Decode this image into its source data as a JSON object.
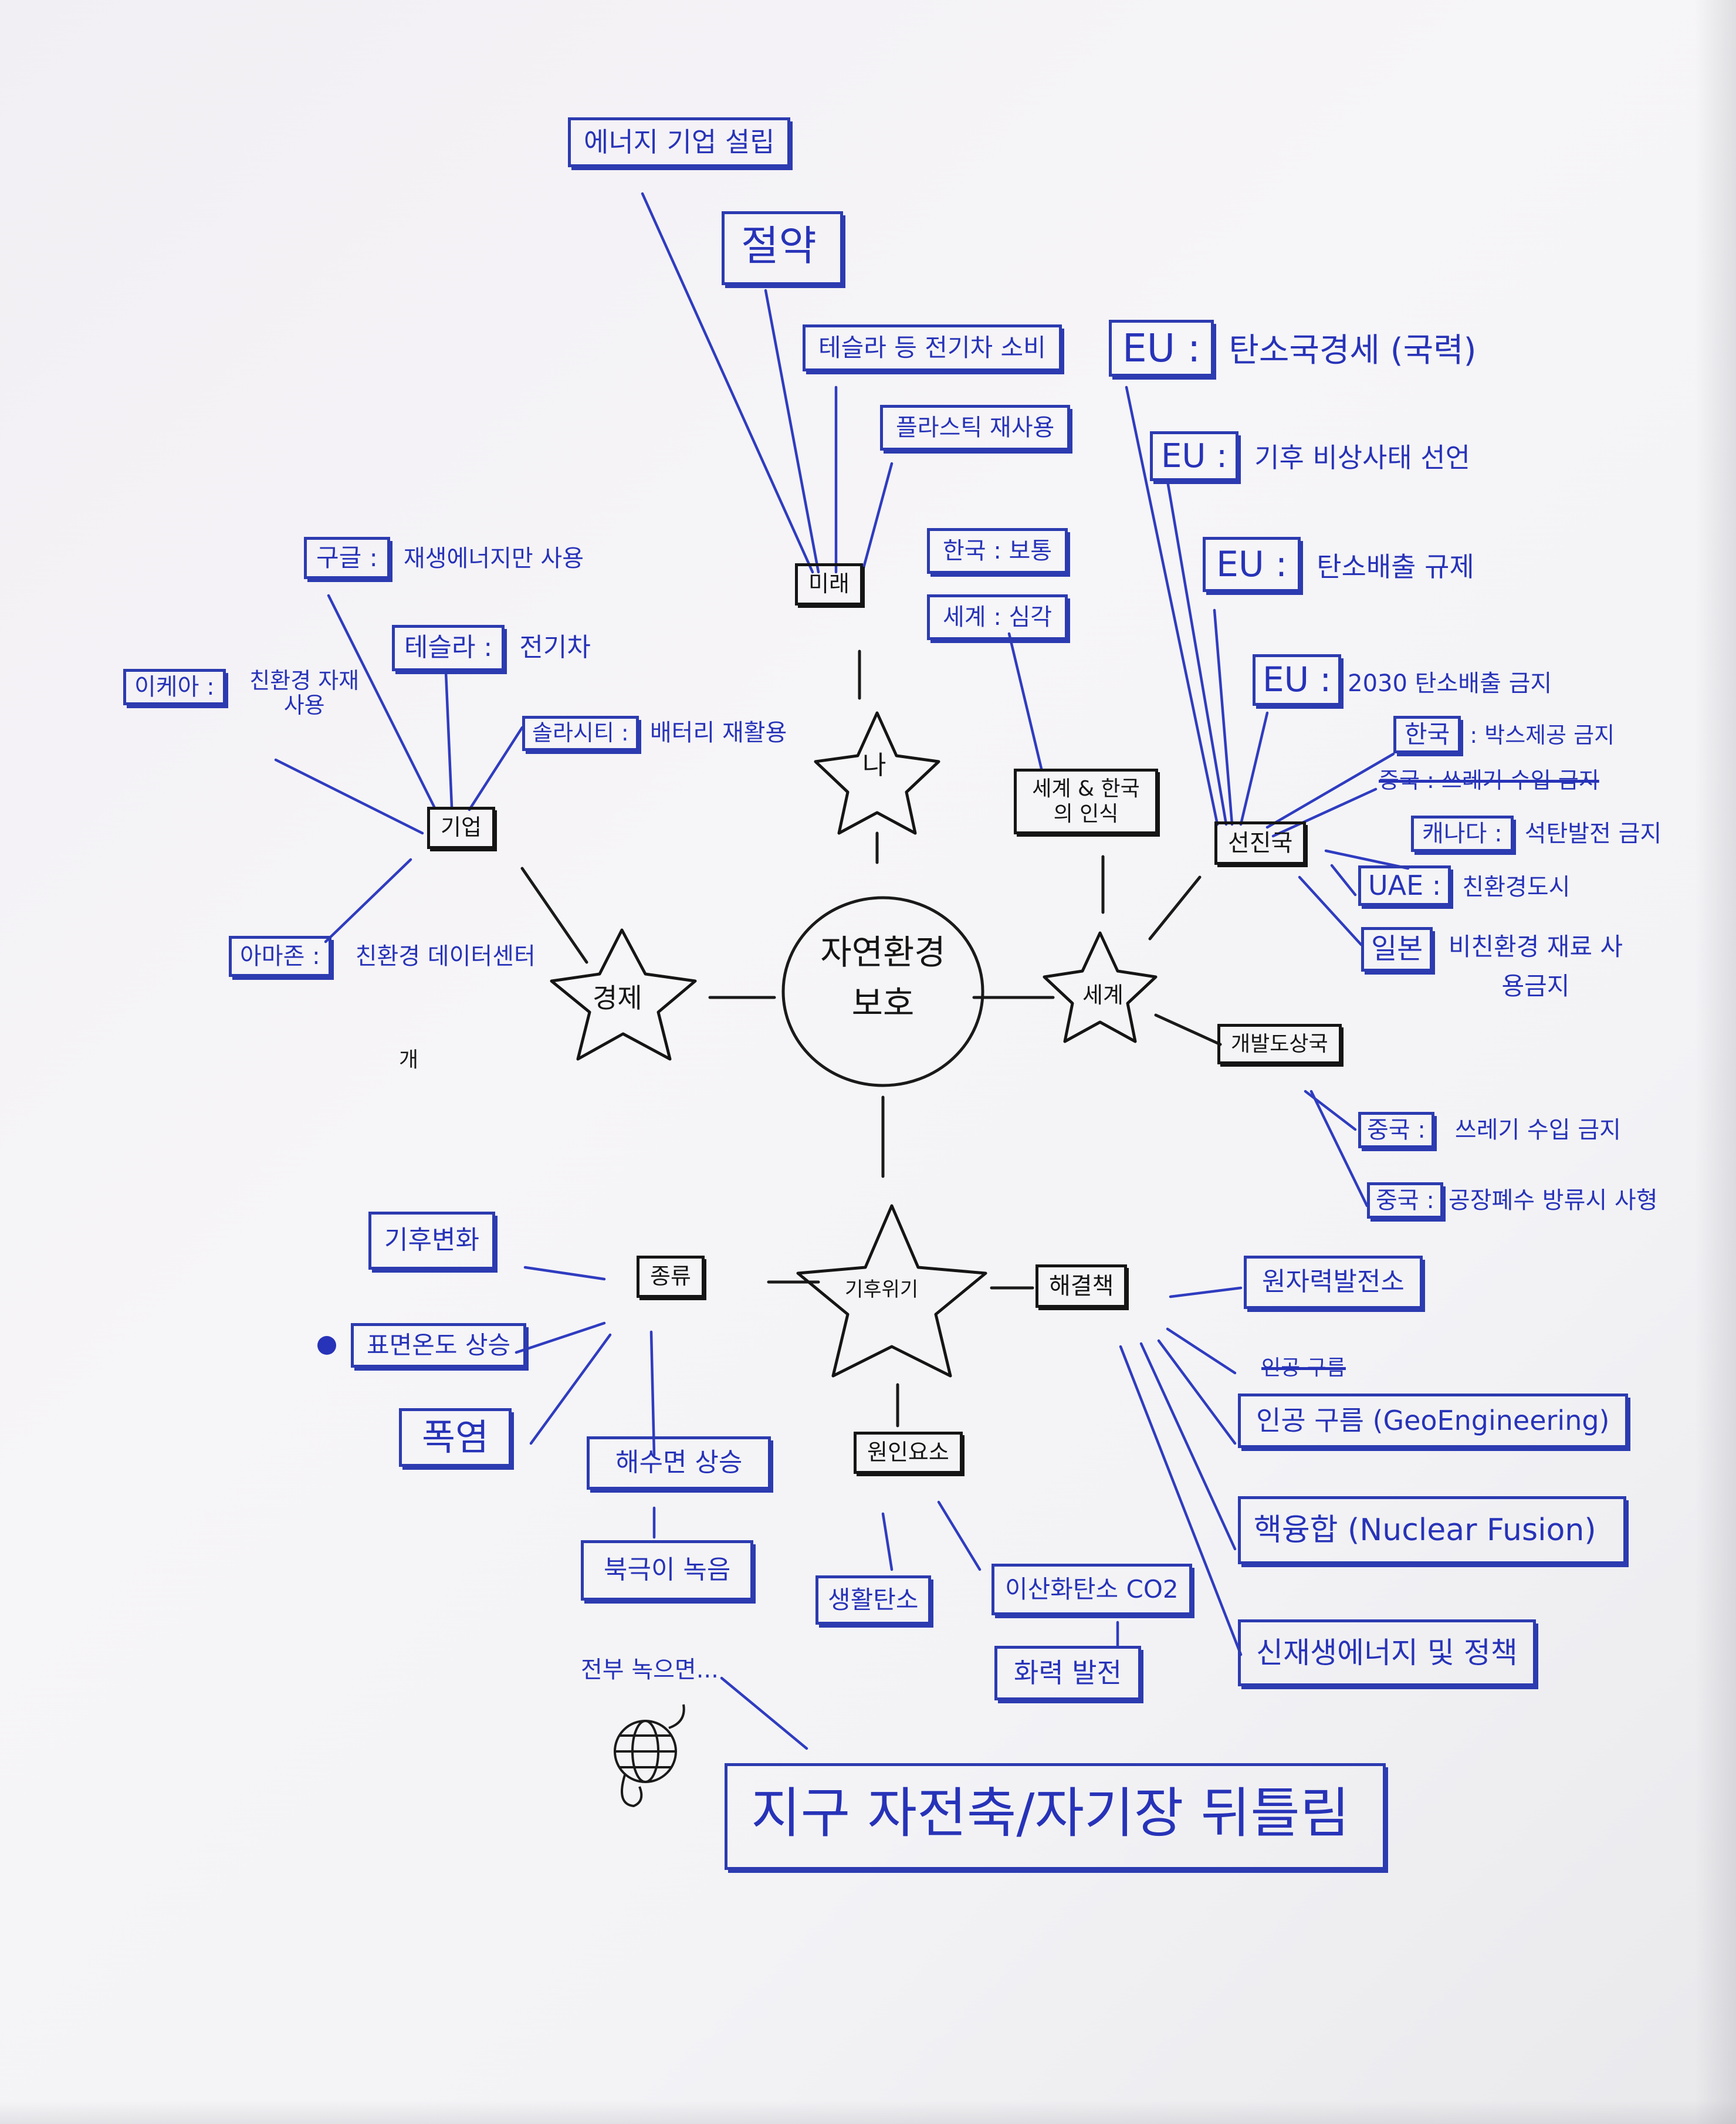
{
  "title": {
    "line1": "자연환경",
    "line2": "보호"
  },
  "hubs": {
    "me": "나",
    "economy": "경제",
    "world": "세계",
    "climate_crisis": "기후위기"
  },
  "future": {
    "label": "미래",
    "items": [
      "에너지 기업 설립",
      "절약",
      "테슬라 등 전기차 소비",
      "플라스틱 재사용"
    ]
  },
  "awareness": {
    "label": "세계 & 한국의 인식",
    "items": [
      "한국 : 보통",
      "세계 : 심각"
    ]
  },
  "developed": {
    "label": "선진국",
    "eu": [
      {
        "tag": "EU :",
        "text": "탄소국경세 (국력)"
      },
      {
        "tag": "EU :",
        "text": "기후 비상사태 선언"
      },
      {
        "tag": "EU :",
        "text": "탄소배출 규제"
      },
      {
        "tag": "EU :",
        "text": "2030 탄소배출 금지"
      }
    ],
    "others": [
      {
        "tag": "한국",
        "text": ": 박스제공 금지"
      },
      {
        "tag": "",
        "text": "중국 : 쓰레기 수입 금지",
        "struck": true
      },
      {
        "tag": "캐나다 :",
        "text": "석탄발전 금지"
      },
      {
        "tag": "UAE :",
        "text": "친환경도시"
      },
      {
        "tag": "일본",
        "text": "비친환경 재료 사용금지"
      }
    ]
  },
  "developing": {
    "label": "개발도상국",
    "items": [
      {
        "tag": "중국 :",
        "text": "쓰레기 수입 금지"
      },
      {
        "tag": "중국 :",
        "text": "공장폐수 방류시 사형"
      }
    ]
  },
  "company": {
    "label": "기업",
    "items": [
      {
        "tag": "구글 :",
        "text": "재생에너지만 사용"
      },
      {
        "tag": "테슬라 :",
        "text": "전기차"
      },
      {
        "tag": "이케아 :",
        "text": "친환경 자재 사용"
      },
      {
        "tag": "솔라시티 :",
        "text": "배터리 재활용"
      },
      {
        "tag": "아마존 :",
        "text": "친환경 데이터센터"
      }
    ]
  },
  "stray_mark": "개",
  "types": {
    "label": "종류",
    "items": [
      "기후변화",
      "표면온도 상승",
      "폭염",
      "해수면 상승",
      "북극이 녹음"
    ],
    "note": "전부 녹으면..."
  },
  "causes": {
    "label": "원인요소",
    "items": [
      "생활탄소",
      "이산화탄소 CO2",
      "화력 발전"
    ]
  },
  "solutions": {
    "label": "해결책",
    "items": [
      "원자력발전소",
      "인공 구름 (GeoEngineering)",
      "핵융합 (Nuclear Fusion)",
      "신재생에너지 및 정책"
    ],
    "struck": "인공 구름"
  },
  "conclusion": "지구 자전축/자기장 뒤틀림",
  "colors": {
    "ink_blue": "#2733b8",
    "ink_black": "#151515",
    "paper": "#f4f3f6"
  }
}
